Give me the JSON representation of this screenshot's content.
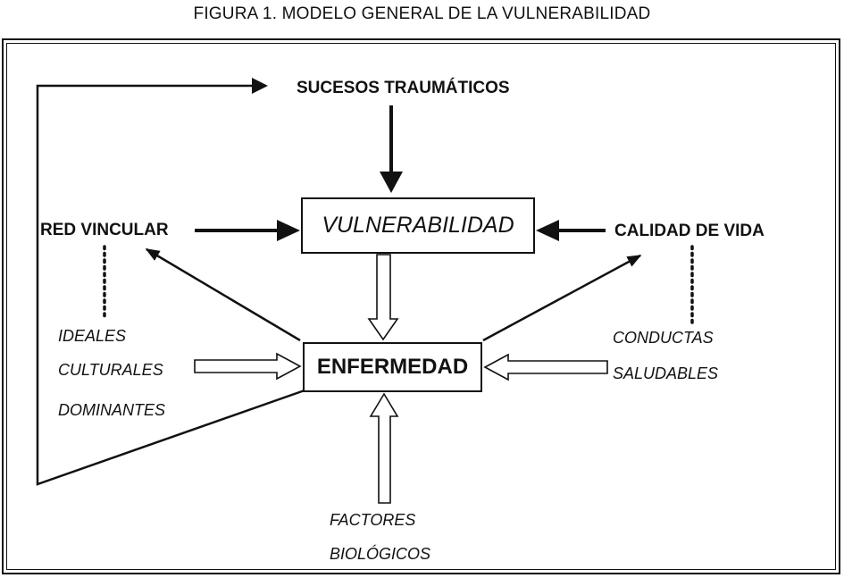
{
  "figure_title": "FIGURA 1. MODELO GENERAL DE LA VULNERABILIDAD",
  "nodes": {
    "sucesos": "SUCESOS  TRAUMÁTICOS",
    "vulnerabilidad": "VULNERABILIDAD",
    "red_vincular": "RED VINCULAR",
    "calidad_de_vida": "CALIDAD DE VIDA",
    "enfermedad": "ENFERMEDAD",
    "ideales": [
      "IDEALES",
      "CULTURALES",
      "DOMINANTES"
    ],
    "conductas": [
      "CONDUCTAS",
      "SALUDABLES"
    ],
    "factores": [
      "FACTORES",
      "BIOLÓGICOS"
    ]
  }
}
